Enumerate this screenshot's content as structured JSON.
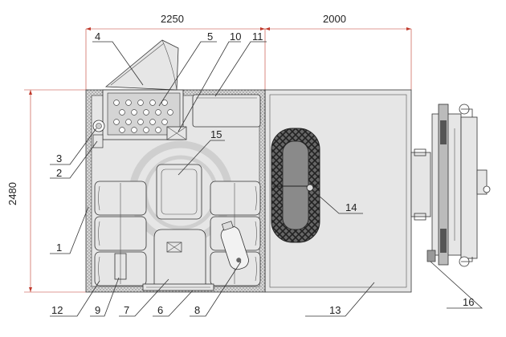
{
  "dimensions": {
    "top_left": "2250",
    "top_right": "2000",
    "left_height": "2480"
  },
  "callouts": [
    "1",
    "2",
    "3",
    "4",
    "5",
    "6",
    "7",
    "8",
    "9",
    "10",
    "11",
    "12",
    "13",
    "14",
    "15",
    "16"
  ],
  "colors": {
    "body_fill": "#e6e6e6",
    "line": "#333333",
    "dimension_line": "#c0392b",
    "watermark": "#bdbdbd"
  },
  "watermark_icon": "circular-logo-watermark"
}
